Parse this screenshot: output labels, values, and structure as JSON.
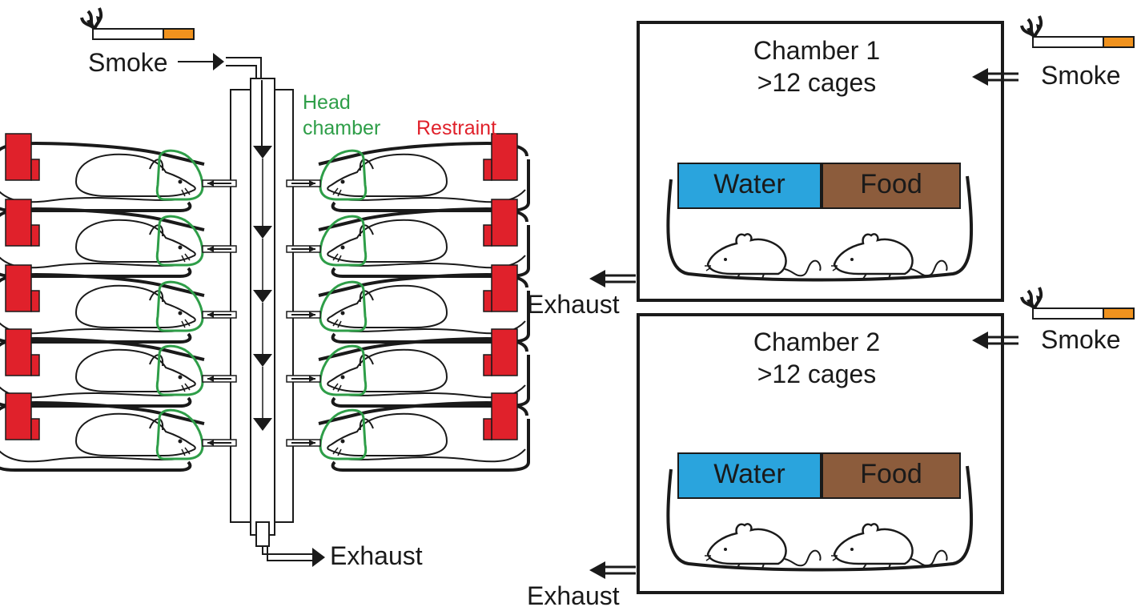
{
  "left_panel": {
    "smoke_label": "Smoke",
    "head_chamber_label": [
      "Head",
      "chamber"
    ],
    "restraint_label": "Restraint",
    "exhaust_label": "Exhaust",
    "restraint_units_per_side": 5
  },
  "right_panel": {
    "chambers": [
      {
        "title": "Chamber 1",
        "subtitle": ">12 cages",
        "water": "Water",
        "food": "Food",
        "smoke": "Smoke",
        "exhaust": "Exhaust"
      },
      {
        "title": "Chamber 2",
        "subtitle": ">12 cages",
        "water": "Water",
        "food": "Food",
        "smoke": "Smoke",
        "exhaust": "Exhaust"
      }
    ]
  },
  "colors": {
    "head_chamber": "#2e9e48",
    "restraint": "#e0212b",
    "water": "#2aa4dd",
    "food": "#8c5c3c",
    "cigarette_tip": "#f0921e",
    "line": "#1a1a1a"
  },
  "icons": [
    "cigarette-icon",
    "mouse-icon",
    "arrow-icon"
  ]
}
